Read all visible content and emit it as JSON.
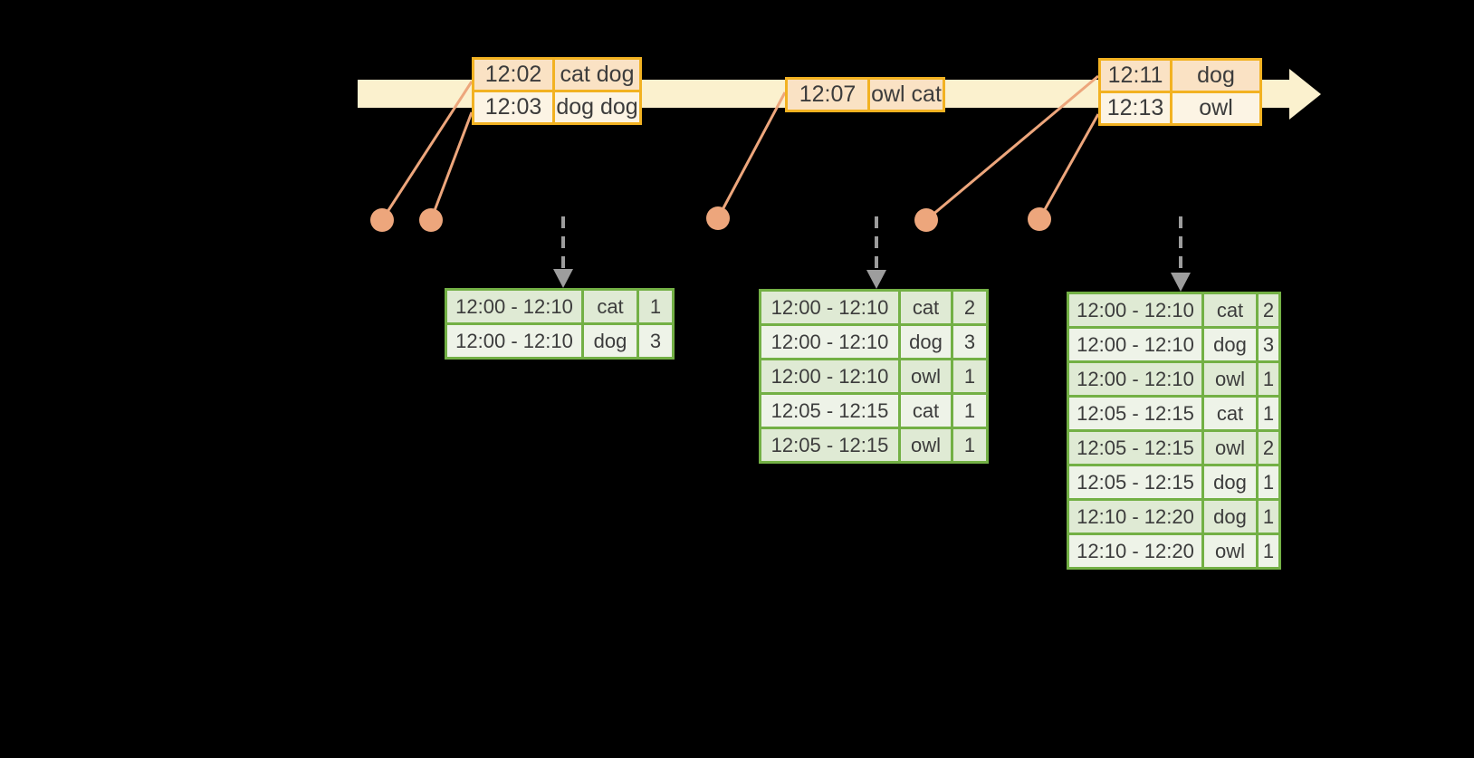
{
  "colors": {
    "background": "#000000",
    "timeline_fill": "#FBF1CE",
    "event_border": "#F2B222",
    "event_row_fill_odd": "#FAE2C4",
    "event_row_fill_even": "#FCF4E4",
    "connector": "#EDA67C",
    "result_border": "#73B045",
    "result_row_fill_odd": "#DFEAD4",
    "result_row_fill_even": "#EEF3E8",
    "trigger_arrow": "#9D9D9D",
    "text": "#3C3C3C"
  },
  "icons": {
    "timeline_arrowhead": "right-arrow",
    "trigger_arrow": "dashed-down-arrow",
    "event_marker": "dot"
  },
  "event_tables": [
    {
      "rows": [
        {
          "time": "12:02",
          "words": "cat dog"
        },
        {
          "time": "12:03",
          "words": "dog dog"
        }
      ]
    },
    {
      "rows": [
        {
          "time": "12:07",
          "words": "owl cat"
        }
      ]
    },
    {
      "rows": [
        {
          "time": "12:11",
          "words": "dog"
        },
        {
          "time": "12:13",
          "words": "owl"
        }
      ]
    }
  ],
  "result_tables": [
    {
      "rows": [
        {
          "window": "12:00 - 12:10",
          "word": "cat",
          "count": "1"
        },
        {
          "window": "12:00 - 12:10",
          "word": "dog",
          "count": "3"
        }
      ]
    },
    {
      "rows": [
        {
          "window": "12:00 - 12:10",
          "word": "cat",
          "count": "2"
        },
        {
          "window": "12:00 - 12:10",
          "word": "dog",
          "count": "3"
        },
        {
          "window": "12:00 - 12:10",
          "word": "owl",
          "count": "1"
        },
        {
          "window": "12:05 - 12:15",
          "word": "cat",
          "count": "1"
        },
        {
          "window": "12:05 - 12:15",
          "word": "owl",
          "count": "1"
        }
      ]
    },
    {
      "rows": [
        {
          "window": "12:00 - 12:10",
          "word": "cat",
          "count": "2"
        },
        {
          "window": "12:00 - 12:10",
          "word": "dog",
          "count": "3"
        },
        {
          "window": "12:00 - 12:10",
          "word": "owl",
          "count": "1"
        },
        {
          "window": "12:05 - 12:15",
          "word": "cat",
          "count": "1"
        },
        {
          "window": "12:05 - 12:15",
          "word": "owl",
          "count": "2"
        },
        {
          "window": "12:05 - 12:15",
          "word": "dog",
          "count": "1"
        },
        {
          "window": "12:10 - 12:20",
          "word": "dog",
          "count": "1"
        },
        {
          "window": "12:10 - 12:20",
          "word": "owl",
          "count": "1"
        }
      ]
    }
  ]
}
